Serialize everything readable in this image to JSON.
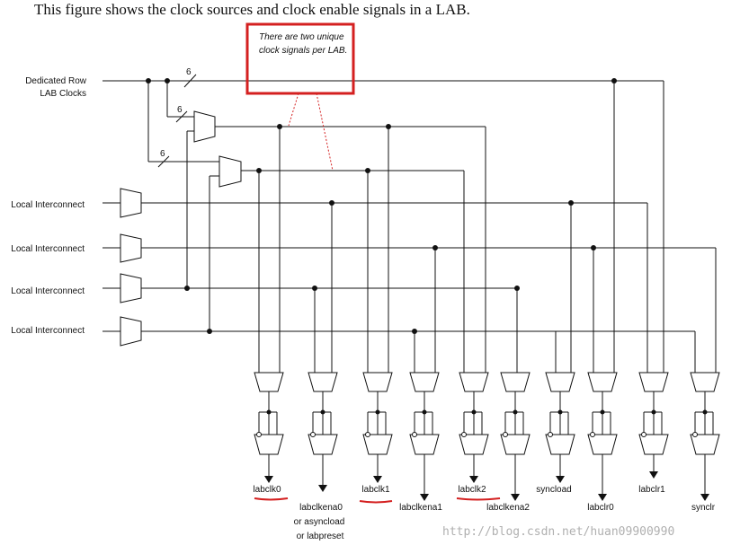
{
  "caption": "This figure shows the clock sources and clock enable signals in a LAB.",
  "dedicated": {
    "line1": "Dedicated Row",
    "line2": "LAB Clocks",
    "bus_width": "6"
  },
  "bus_labels": [
    "6",
    "6"
  ],
  "callout": {
    "line1": "There are two unique",
    "line2": "clock signals per LAB.",
    "color": "#d42020"
  },
  "local_interconnect": [
    "Local Interconnect",
    "Local Interconnect",
    "Local Interconnect",
    "Local Interconnect"
  ],
  "outputs": {
    "labclk0": "labclk0",
    "labclkena0": [
      "labclkena0",
      "or asyncload",
      "or labpreset"
    ],
    "labclk1": "labclk1",
    "labclkena1": "labclkena1",
    "labclk2": "labclk2",
    "labclkena2": "labclkena2",
    "syncload": "syncload",
    "labclr0": "labclr0",
    "labclr1": "labclr1",
    "synclr": "synclr"
  },
  "watermark": "http://blog.csdn.net/huan09900990",
  "colors": {
    "line": "#111111",
    "highlight": "#d42020",
    "watermark": "#b0b0b0"
  }
}
